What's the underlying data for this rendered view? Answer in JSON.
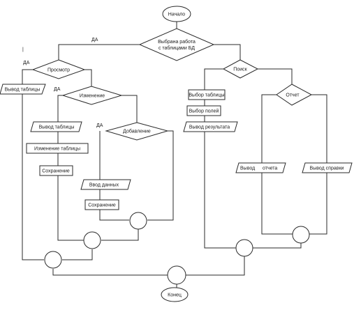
{
  "labels": {
    "start": "Начало",
    "end": "Конец",
    "main_decision_line1": "Выбрана работа",
    "main_decision_line2": "с таблицами БД",
    "yes_main": "ДА",
    "yes_view": "ДА",
    "yes_change": "ДА",
    "yes_add": "ДА",
    "view": "Просмотр",
    "change": "Изменение",
    "add": "Добавление",
    "search": "Поиск",
    "report": "Отчет",
    "view_output_table": "Вывод таблицы",
    "change_output_table": "Вывод таблицы",
    "change_table": "Изменение таблицы",
    "change_save": "Сохранение",
    "add_input_data": "Ввод данных",
    "add_save": "Сохранение",
    "search_select_table": "Выбор таблицы",
    "search_select_fields": "Выбор полей",
    "search_output_result": "Вывод результата",
    "report_output_word": "Вывод",
    "report_output_report": "отчета",
    "report_output_reference": "Вывод справки",
    "tick_mark": "|"
  }
}
